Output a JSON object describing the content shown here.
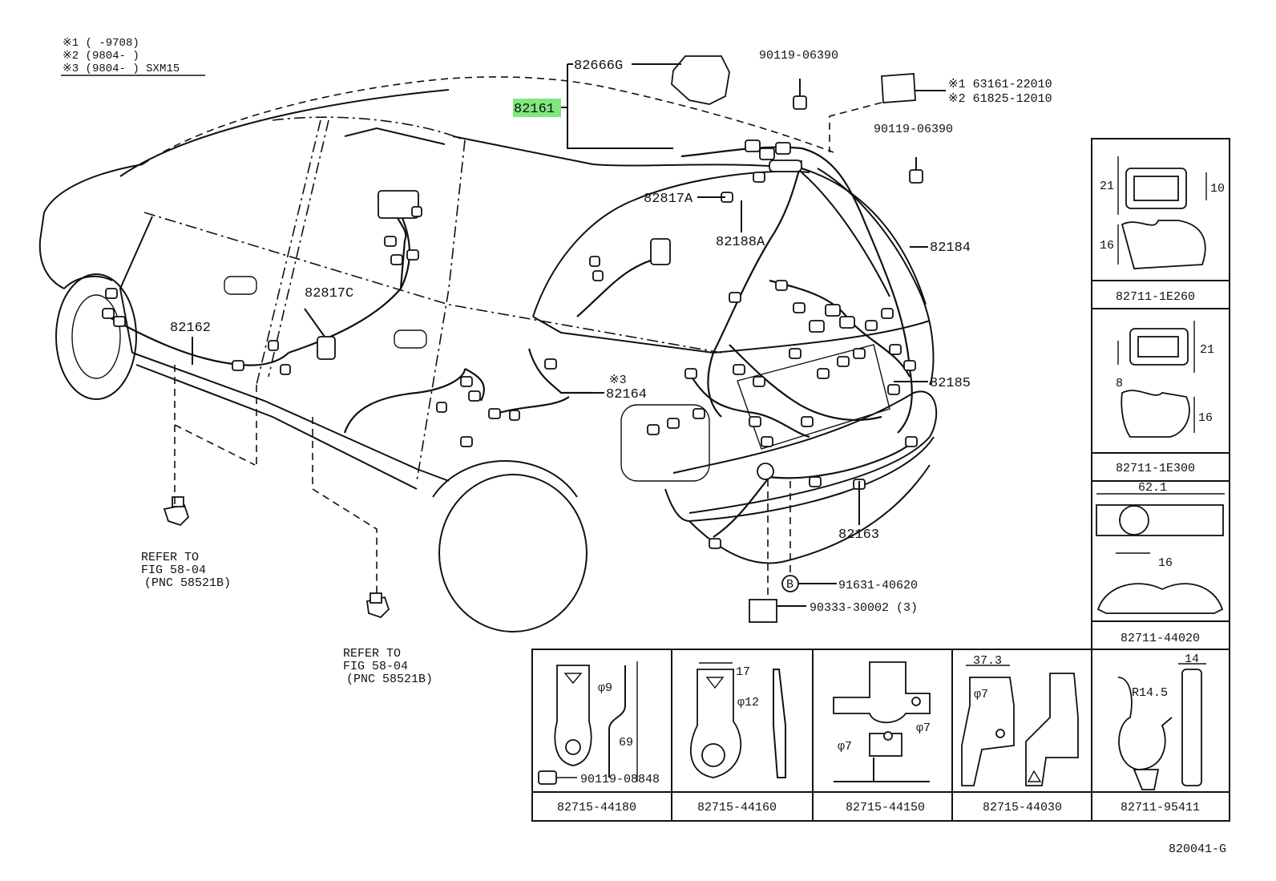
{
  "notes": [
    {
      "mark": "※1",
      "text": "(      -9708)"
    },
    {
      "mark": "※2",
      "text": "(9804-      )"
    },
    {
      "mark": "※3",
      "text": "(9804-      ) SXM15"
    }
  ],
  "callouts": {
    "c82666G": "82666G",
    "c82161": "82161",
    "c90119_06390_a": "90119-06390",
    "c90119_06390_b": "90119-06390",
    "c63161": "※1 63161-22010",
    "c61825": "※2 61825-12010",
    "c82817A": "82817A",
    "c82188A": "82188A",
    "c82184": "82184",
    "c82817C": "82817C",
    "c82162": "82162",
    "c82164": "82164",
    "c82164_note": "※3",
    "c82185": "82185",
    "c82163": "82163",
    "c91631": "91631-40620",
    "c91631_mark": "B",
    "c90333": "90333-30002 (3)",
    "refer1_line1": "REFER TO",
    "refer1_line2": "FIG 58-04",
    "refer1_line3": "(PNC 58521B)",
    "refer2_line1": "REFER TO",
    "refer2_line2": "FIG 58-04",
    "refer2_line3": "(PNC 58521B)"
  },
  "side_panels": [
    {
      "part": "82711-1E260",
      "dims": [
        "21",
        "10",
        "16"
      ]
    },
    {
      "part": "82711-1E300",
      "dims": [
        "21",
        "8",
        "16"
      ]
    },
    {
      "part": "82711-44020",
      "dims": [
        "62.1",
        "16"
      ]
    }
  ],
  "bottom_panels": [
    {
      "part": "82715-44180",
      "dims": [
        "φ9",
        "69"
      ],
      "extra": "90119-08848"
    },
    {
      "part": "82715-44160",
      "dims": [
        "17",
        "φ12"
      ]
    },
    {
      "part": "82715-44150",
      "dims": [
        "φ7",
        "φ7"
      ]
    },
    {
      "part": "82715-44030",
      "dims": [
        "37.3",
        "φ7"
      ]
    },
    {
      "part": "82711-95411",
      "dims": [
        "14",
        "R14.5"
      ]
    }
  ],
  "figure_code": "820041-G",
  "highlight_color": "#7ee87e"
}
